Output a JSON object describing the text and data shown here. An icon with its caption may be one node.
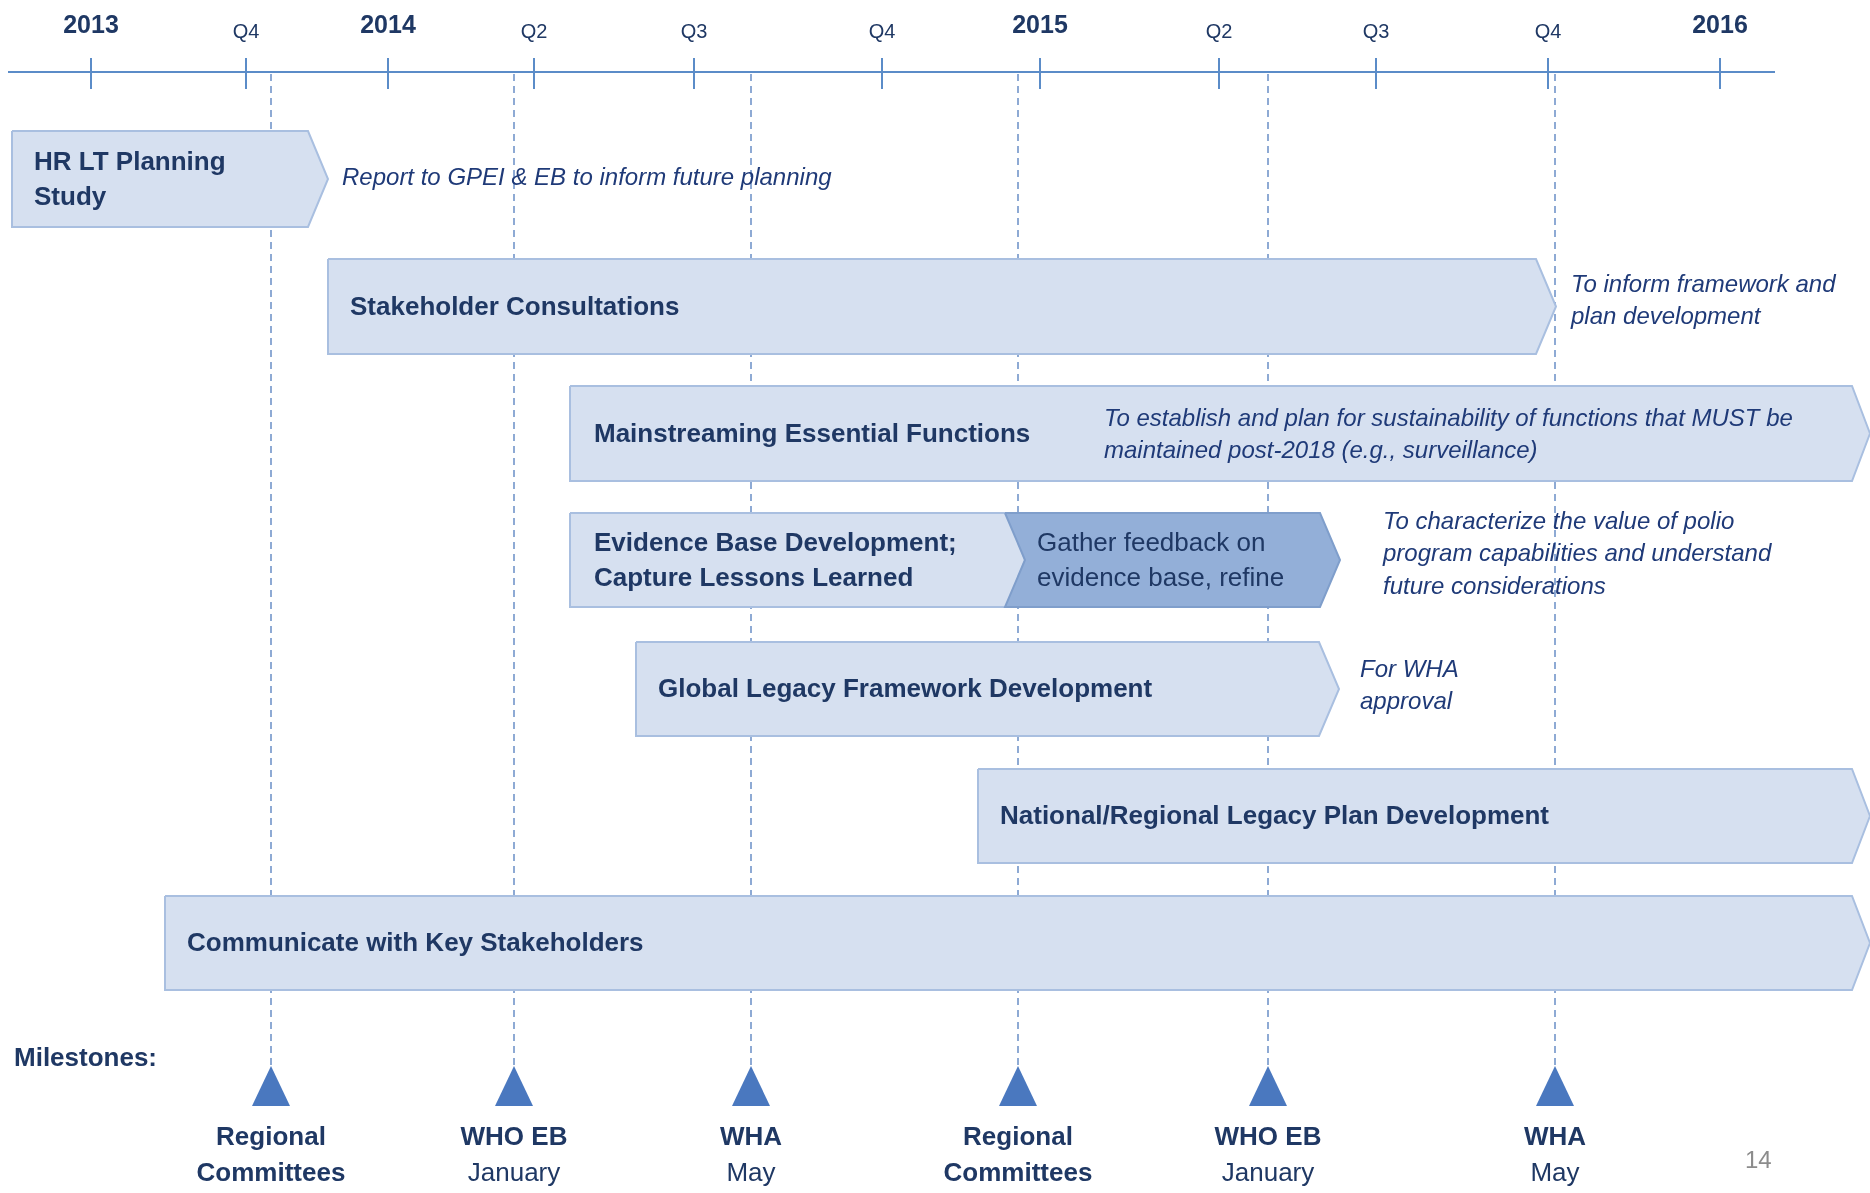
{
  "diagram": {
    "nodes": [
      {
        "text": [
          "HR LT Planning Study"
        ],
        "beside": [
          "Report to GPEI & EB to inform future planning"
        ]
      },
      {
        "text": [
          "Stakeholder Consultations"
        ],
        "beside": [
          "To inform framework and plan development"
        ]
      },
      {
        "text": [
          "Mainstreaming Essential Functions",
          "To establish and plan for sustainability of functions that MUST be maintained post-2018 (e.g., surveillance)"
        ]
      },
      {
        "text": [
          "Evidence Base Development; Capture Lessons Learned"
        ]
      },
      {
        "text": [
          "Gather feedback on evidence base, refine"
        ],
        "beside": [
          "To characterize the value of polio program capabilities and understand future considerations"
        ]
      },
      {
        "text": [
          "Global Legacy Framework Development"
        ],
        "beside": [
          "For WHA approval"
        ]
      },
      {
        "text": [
          "National/Regional Legacy Plan Development"
        ]
      },
      {
        "text": [
          "Communicate with Key Stakeholders"
        ]
      },
      {
        "text": [
          "Regional Committees"
        ]
      },
      {
        "text": [
          "WHO EB",
          "January"
        ]
      },
      {
        "text": [
          "WHA",
          "May"
        ]
      },
      {
        "text": [
          "Regional Committees"
        ]
      },
      {
        "text": [
          "WHO EB",
          "January"
        ]
      },
      {
        "text": [
          "WHA",
          "May"
        ]
      }
    ],
    "labels": [
      "2013",
      "Q4",
      "2014",
      "Q2",
      "Q3",
      "Q4",
      "2015",
      "Q2",
      "Q3",
      "Q4",
      "2016",
      "Milestones:",
      "14"
    ]
  }
}
